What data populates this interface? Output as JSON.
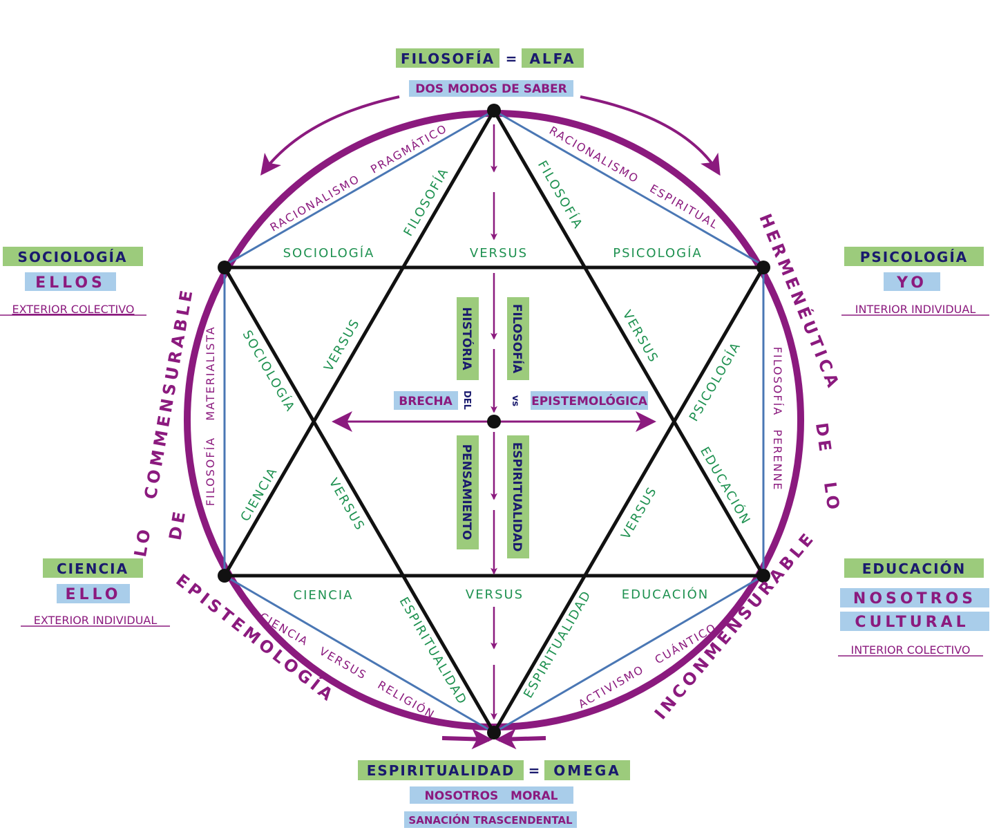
{
  "colors": {
    "navy": "#1a1a6e",
    "purple": "#8b1a7e",
    "green_text": "#1e9150",
    "green_box": "#9ccb7c",
    "blue_box": "#a9cdea",
    "line_blue": "#4a77b4",
    "black": "#111111"
  },
  "top": {
    "filosofia": "FILOSOFÍA",
    "equals": "=",
    "alfa": "ALFA",
    "dos_modos": "DOS MODOS DE SABER"
  },
  "bottom": {
    "espiritualidad": "ESPIRITUALIDAD",
    "equals": "=",
    "omega": "OMEGA",
    "nosotros_moral": "NOSOTROS   MORAL",
    "sanacion": "SANACIÓN TRASCENDENTAL"
  },
  "corners": {
    "top_left": {
      "title": "SOCIOLOGÍA",
      "pronoun": "ELLOS",
      "quadrant": "EXTERIOR COLECTIVO"
    },
    "top_right": {
      "title": "PSICOLOGÍA",
      "pronoun": "YO",
      "quadrant": "INTERIOR INDIVIDUAL"
    },
    "bottom_left": {
      "title": "CIENCIA",
      "pronoun": "ELLO",
      "quadrant": "EXTERIOR INDIVIDUAL"
    },
    "bottom_right": {
      "title": "EDUCACIÓN",
      "pronoun": "NOSOTROS",
      "extra": "CULTURAL",
      "quadrant": "INTERIOR COLECTIVO"
    }
  },
  "ring_text": {
    "left": "LO   COMMENSURABLE",
    "left_de": "DE",
    "bottom_left": "EPISTEMOLOGÍA",
    "right": "HERMENÉUTICA",
    "right_de_lo": "DE   LO",
    "bottom_right": "INCONMENSURABLE"
  },
  "hexagon_edges": {
    "top_left": "RACIONALISMO   PRAGMÁTICO",
    "top_right": "RACIONALISMO   ESPIRITUAL",
    "left_upper": "MATERIALISTA",
    "left_lower": "FILOSOFÍA",
    "right_upper": "FILOSOFÍA",
    "right_lower": "PERENNE",
    "bottom_left": "CIENCIA   VERSUS   RELIGIÓN",
    "bottom_right": "ACTIVISMO   CUÁNTICO"
  },
  "star_labels": {
    "top_h_left": "SOCIOLOGÍA",
    "top_h_mid": "VERSUS",
    "top_h_right": "PSICOLOGÍA",
    "bottom_h_left": "CIENCIA",
    "bottom_h_mid": "VERSUS",
    "bottom_h_right": "EDUCACIÓN",
    "ul_filosofia": "FILOSOFÍA",
    "ul_versus": "VERSUS",
    "ul_ciencia": "CIENCIA",
    "ur_filosofia": "FILOSOFÍA",
    "ur_versus": "VERSUS",
    "ur_educacion": "EDUCACIÓN",
    "dl_sociologia": "SOCIOLOGÍA",
    "dl_versus": "VERSUS",
    "dl_espiritualidad": "ESPIRITUALIDAD",
    "dr_psicologia": "PSICOLOGÍA",
    "dr_versus": "VERSUS",
    "dr_espiritualidad": "ESPIRITUALIDAD"
  },
  "center": {
    "historia": "HISTÓRIA",
    "filosofia": "FILOSOFÍA",
    "brecha": "BRECHA",
    "del": "DEL",
    "vs": "vs",
    "epistemologica": "EPISTEMOLÓGICA",
    "pensamiento": "PENSAMIENTO",
    "espiritualidad": "ESPIRITUALIDAD"
  }
}
